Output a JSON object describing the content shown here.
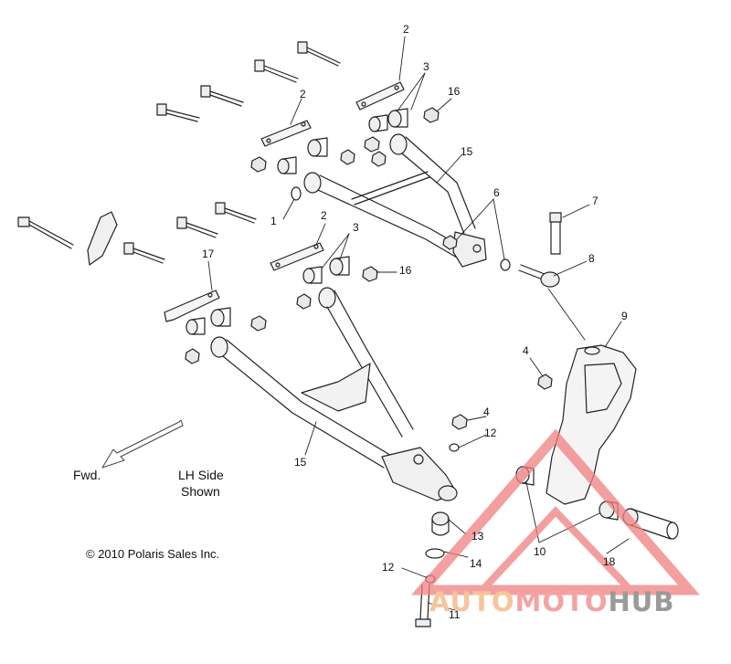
{
  "diagram": {
    "callouts": [
      "1",
      "2",
      "2",
      "2",
      "3",
      "3",
      "4",
      "4",
      "6",
      "7",
      "8",
      "9",
      "10",
      "11",
      "12",
      "12",
      "13",
      "14",
      "15",
      "16",
      "16",
      "17",
      "18"
    ],
    "forward_label": "Fwd.",
    "side_label_line1": "LH Side",
    "side_label_line2": "Shown",
    "copyright": "© 2010 Polaris Sales Inc."
  },
  "watermark": {
    "part1": "AUTO",
    "part2": "MOTO",
    "part3": "HUB",
    "colors": {
      "auto": "#f6c59a",
      "moto": "#f4a3a3",
      "hub": "#9a9a9a",
      "triangle": "#f08080"
    }
  }
}
